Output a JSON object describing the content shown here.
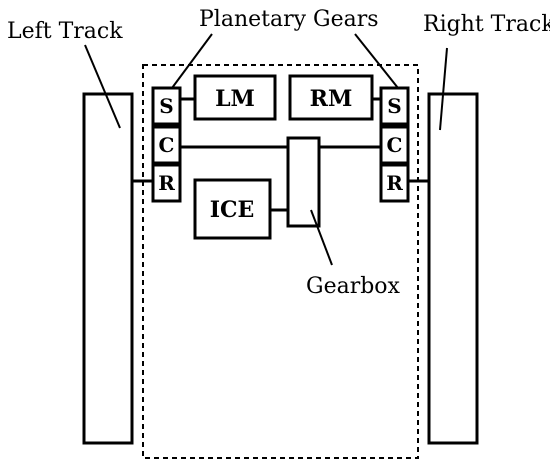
{
  "labels": {
    "left_track": "Left Track",
    "right_track": "Right Track",
    "planetary_gears": "Planetary Gears",
    "gearbox": "Gearbox"
  },
  "components": {
    "lm": "LM",
    "rm": "RM",
    "ice": "ICE"
  },
  "planetary_left": {
    "sun": "S",
    "carrier": "C",
    "ring": "R"
  },
  "planetary_right": {
    "sun": "S",
    "carrier": "C",
    "ring": "R"
  }
}
